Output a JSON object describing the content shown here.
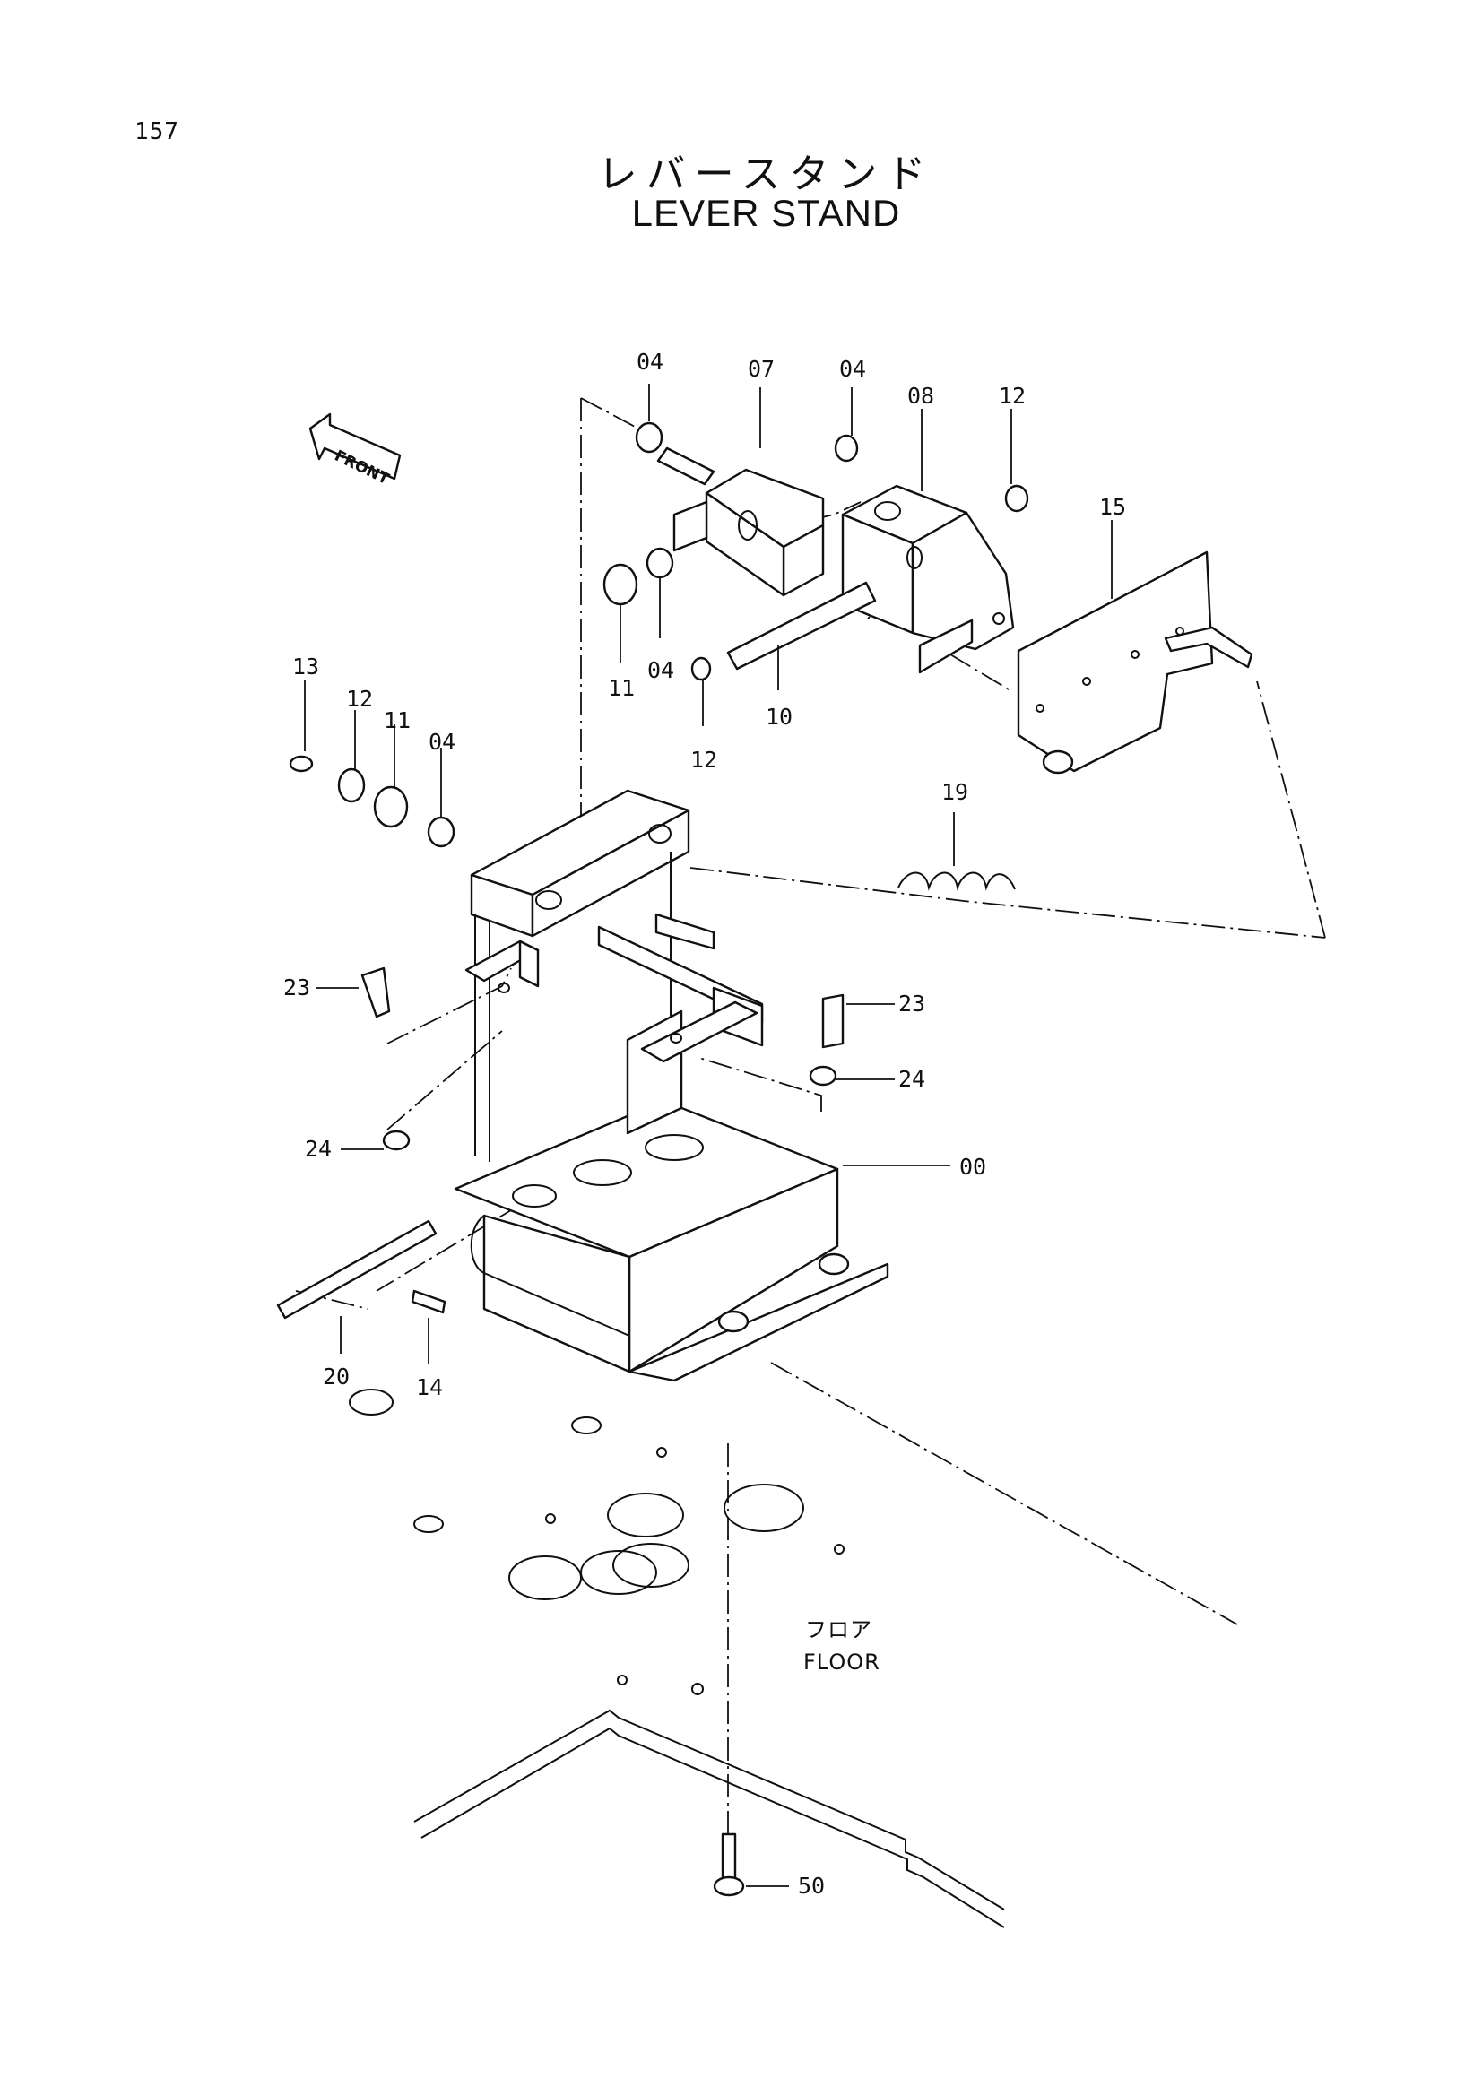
{
  "page_number": "157",
  "title_jp": "レバースタンド",
  "title_en": "LEVER STAND",
  "direction_label": "FRONT",
  "floor_label_jp": "フロア",
  "floor_label_en": "FLOOR",
  "callouts": {
    "c04a": "04",
    "c07": "07",
    "c04b": "04",
    "c08": "08",
    "c12a": "12",
    "c15": "15",
    "c11a": "11",
    "c04c": "04",
    "c10": "10",
    "c12b": "12",
    "c13": "13",
    "c12c": "12",
    "c11b": "11",
    "c04d": "04",
    "c19": "19",
    "c23a": "23",
    "c23b": "23",
    "c24a": "24",
    "c24b": "24",
    "c00": "00",
    "c20": "20",
    "c14": "14",
    "c50": "50"
  }
}
